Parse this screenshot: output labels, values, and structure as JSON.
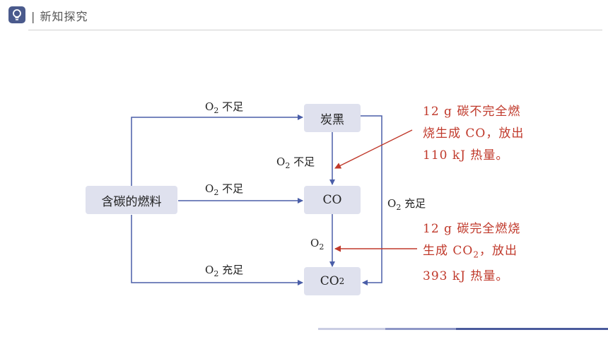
{
  "header": {
    "title": "| 新知探究",
    "icon": "lightbulb-icon"
  },
  "nodes": {
    "source": "含碳的燃料",
    "soot": "炭黑",
    "co": "CO",
    "co2_base": "CO",
    "co2_sub": "2"
  },
  "edge_labels": {
    "top": {
      "base": "O",
      "sub": "2",
      "text": "不足"
    },
    "mid": {
      "base": "O",
      "sub": "2",
      "text": "不足"
    },
    "bottom": {
      "base": "O",
      "sub": "2",
      "text": "充足"
    },
    "soot_to_co": {
      "base": "O",
      "sub": "2",
      "text": "不足"
    },
    "co_to_co2": {
      "base": "O",
      "sub": "2"
    },
    "soot_to_co2": {
      "base": "O",
      "sub": "2",
      "text": "充足"
    }
  },
  "notes": {
    "incomplete": {
      "line1": "12 g 碳不完全燃",
      "line2": "烧生成 CO，放出",
      "line3": "110 kJ 热量。"
    },
    "complete": {
      "line1": "12 g 碳完全燃烧",
      "line2_pre": "生成 CO",
      "line2_sub": "2",
      "line2_post": "，放出",
      "line3": "393 kJ 热量。"
    }
  },
  "colors": {
    "arrow": "#4a5ea8",
    "note": "#c0392b",
    "box": "#dfe1ee"
  }
}
